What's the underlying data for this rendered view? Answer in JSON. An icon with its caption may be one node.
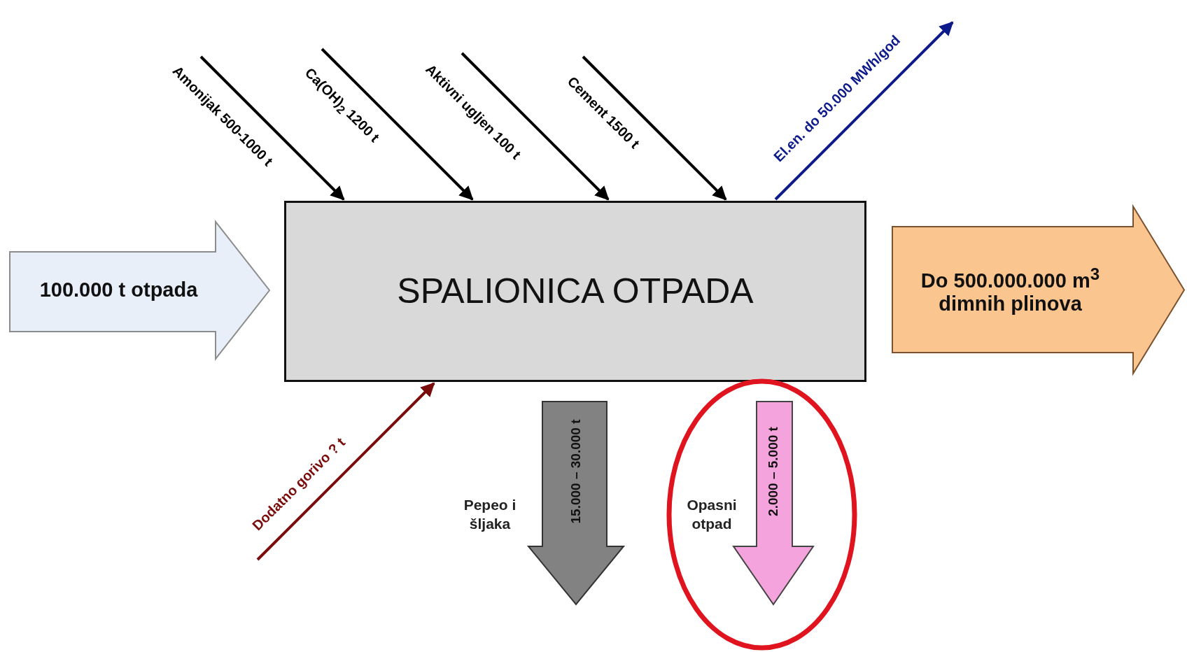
{
  "diagram": {
    "nodes": [
      {
        "text": [
          "100.000 t otpada"
        ]
      },
      {
        "text": [
          "SPALIONICA OTPADA"
        ]
      },
      {
        "text": [
          "Do 500.000.000 m$^{3}$ dimnih plinova"
        ]
      },
      {
        "text": [
          "15.000 – 30.000 t"
        ],
        "beside": [
          "Pepeo i šljaka"
        ]
      },
      {
        "text": [],
        "shape": "circle"
      },
      {
        "text": [
          "2.000 – 5.000 t"
        ],
        "beside": [
          "Opasni otpad"
        ],
        "in": 4
      }
    ],
    "edges": [
      {
        "from": null,
        "to": 1,
        "arrow": "to",
        "label": "Amonijak 500-1000 t"
      },
      {
        "from": null,
        "to": 1,
        "arrow": "to",
        "label": "Ca(OH)$_{2}$ 1200 t"
      },
      {
        "from": null,
        "to": 1,
        "arrow": "to",
        "label": "Aktivni ugljen 100 t"
      },
      {
        "from": null,
        "to": 1,
        "arrow": "to",
        "label": "Cement 1500 t"
      },
      {
        "from": 1,
        "to": null,
        "arrow": "to",
        "label": "El.en. do 50.000 MWh/god",
        "color": "#0d1a8a"
      },
      {
        "from": null,
        "to": 1,
        "arrow": "to",
        "label": "Dodatno gorivo ? t",
        "color": "#7a0c0c"
      }
    ]
  }
}
